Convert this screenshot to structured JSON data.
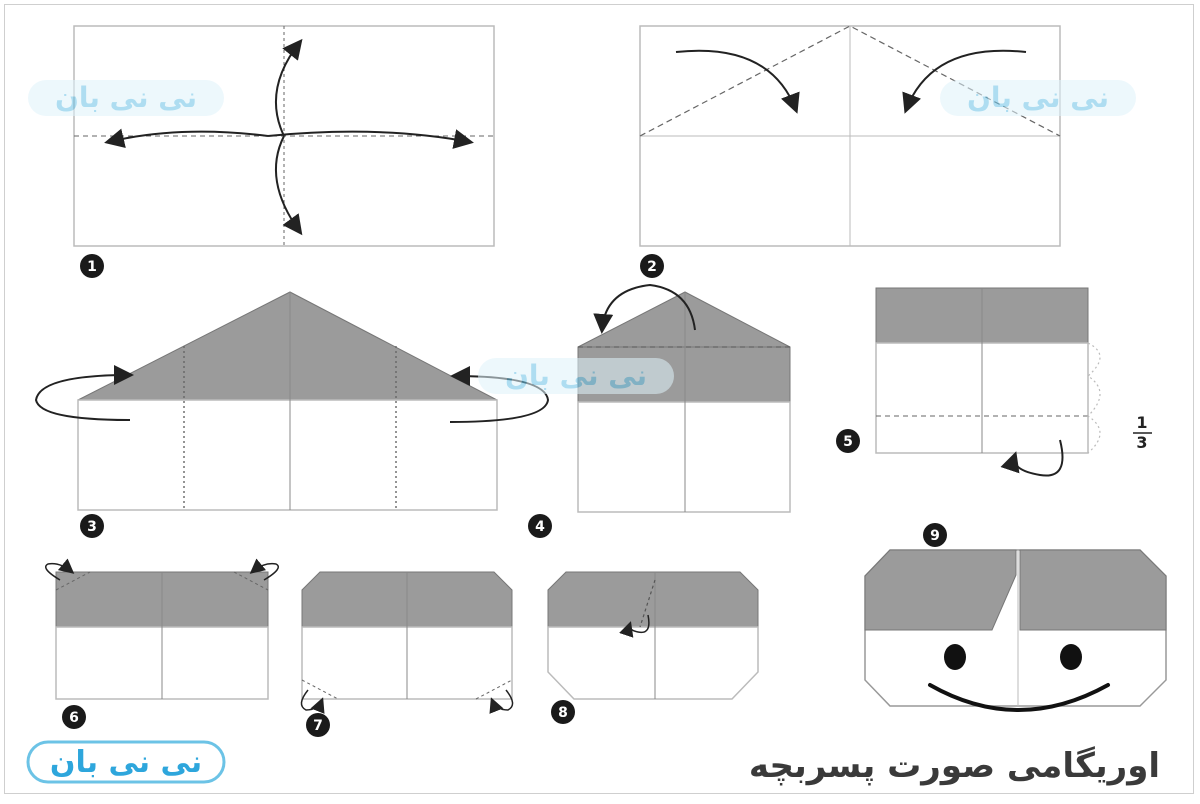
{
  "title": "اوریگامی صورت پسربچه",
  "fraction": {
    "numerator": "1",
    "denominator": "3"
  },
  "steps": [
    "1",
    "2",
    "3",
    "4",
    "5",
    "6",
    "7",
    "8",
    "9"
  ],
  "watermark": {
    "text": "نی نی بان",
    "color": "#6cc3e6"
  },
  "colors": {
    "paper_gray": "#9b9b9b",
    "line": "#444444",
    "badge": "#1a1a1a"
  }
}
